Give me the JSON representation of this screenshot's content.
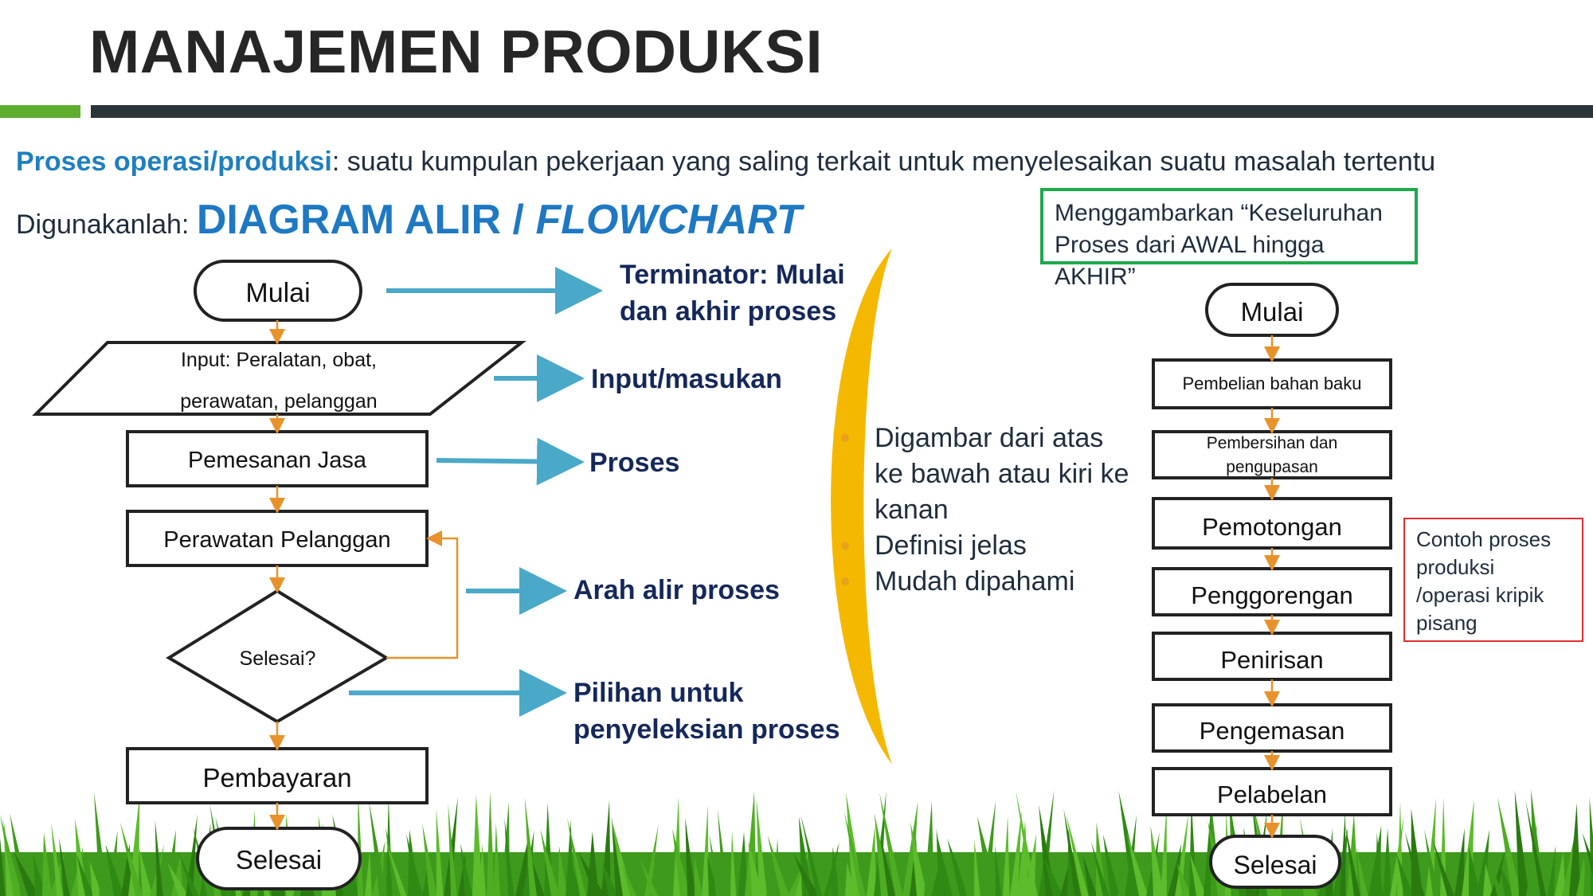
{
  "title": "MANAJEMEN PRODUKSI",
  "definition": {
    "term": "Proses operasi/produksi",
    "text": ": suatu kumpulan pekerjaan yang saling terkait untuk  menyelesaikan suatu masalah tertentu"
  },
  "usage": {
    "label": "Digunakanlah: ",
    "diagram": "DIAGRAM ALIR / ",
    "flowchart": "FLOWCHART"
  },
  "left_flow": {
    "start": "Mulai",
    "input_line1": "Input: Peralatan, obat,",
    "input_line2": "perawatan, pelanggan",
    "step1": "Pemesanan Jasa",
    "step2": "Perawatan Pelanggan",
    "decision": "Selesai?",
    "step3": "Pembayaran",
    "end": "Selesai"
  },
  "annotations": {
    "terminator_line1": "Terminator: Mulai",
    "terminator_line2": "dan akhir proses",
    "input": "Input/masukan",
    "process": "Proses",
    "flow": "Arah alir proses",
    "choice_line1": "Pilihan untuk",
    "choice_line2": "penyeleksian proses"
  },
  "bullets": {
    "b1_line1": "Digambar dari atas",
    "b1_line2": "ke bawah atau kiri ke",
    "b1_line3": "kanan",
    "b2": "Definisi jelas",
    "b3": "Mudah dipahami"
  },
  "note_box": {
    "line1": "Menggambarkan “Keseluruhan",
    "line2": "Proses dari AWAL hingga AKHIR”"
  },
  "right_flow": {
    "start": "Mulai",
    "s1": "Pembelian bahan baku",
    "s2_line1": "Pembersihan dan",
    "s2_line2": "pengupasan",
    "s3": "Pemotongan",
    "s4": "Penggorengan",
    "s5": "Penirisan",
    "s6": "Pengemasan",
    "s7": "Pelabelan",
    "end": "Selesai"
  },
  "example_box": {
    "line1": "Contoh proses",
    "line2": "produksi",
    "line3": "/operasi kripik",
    "line4": "pisang"
  },
  "colors": {
    "accent_blue": "#1e78c2",
    "annotation_navy": "#15285a",
    "arrow_blue": "#4aa8c8",
    "connector_orange": "#e8922c",
    "brace_yellow": "#f5b800",
    "grass_green": "#3e9a1c"
  }
}
